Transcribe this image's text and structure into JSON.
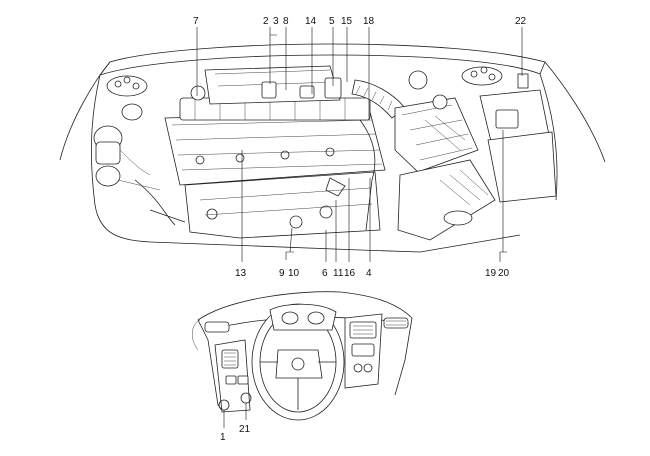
{
  "callouts": {
    "n1": "1",
    "n2": "2",
    "n3": "3",
    "n4": "4",
    "n5": "5",
    "n6": "6",
    "n7": "7",
    "n8": "8",
    "n9": "9",
    "n10": "10",
    "n11": "11",
    "n13": "13",
    "n14": "14",
    "n15": "15",
    "n16": "16",
    "n18": "18",
    "n19": "19",
    "n20": "20",
    "n21": "21",
    "n22": "22"
  }
}
